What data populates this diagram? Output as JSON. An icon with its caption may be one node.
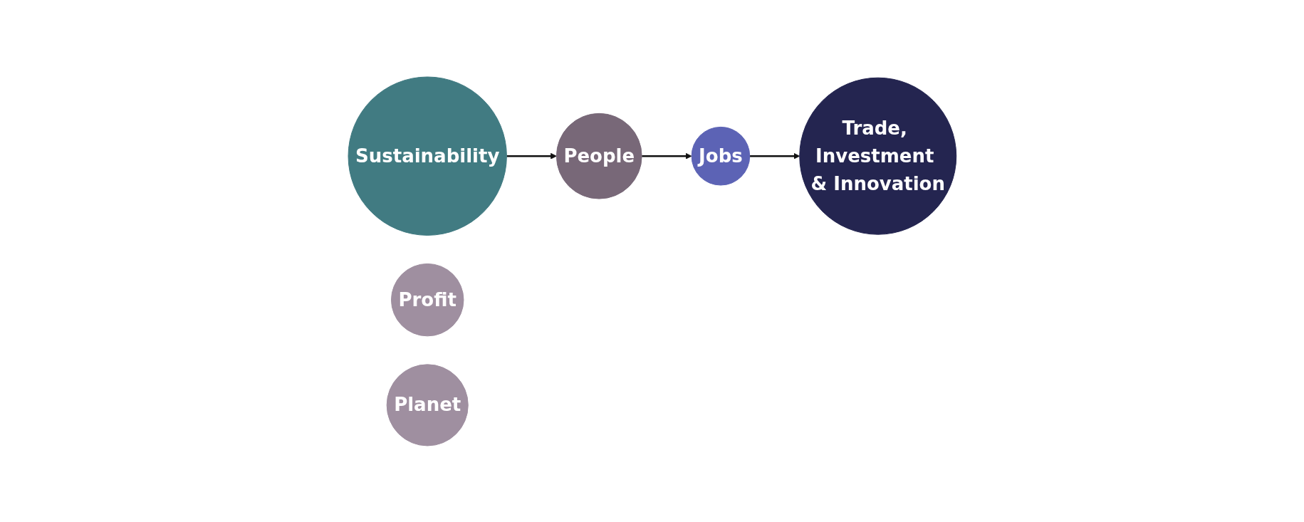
{
  "diagram": {
    "nodes": [
      {
        "text": [
          "Sustainability"
        ]
      },
      {
        "text": [
          "Profit"
        ]
      },
      {
        "text": [
          "People"
        ]
      },
      {
        "text": [
          "Planet"
        ]
      },
      {
        "text": [
          "Jobs"
        ]
      },
      {
        "text": [
          "Trade, Investment & Innovation"
        ]
      }
    ],
    "edges": [
      {
        "from": 0,
        "to": 2,
        "arrow": "to"
      },
      {
        "from": 2,
        "to": 4,
        "arrow": "to"
      },
      {
        "from": 4,
        "to": 5,
        "arrow": "to"
      }
    ]
  }
}
